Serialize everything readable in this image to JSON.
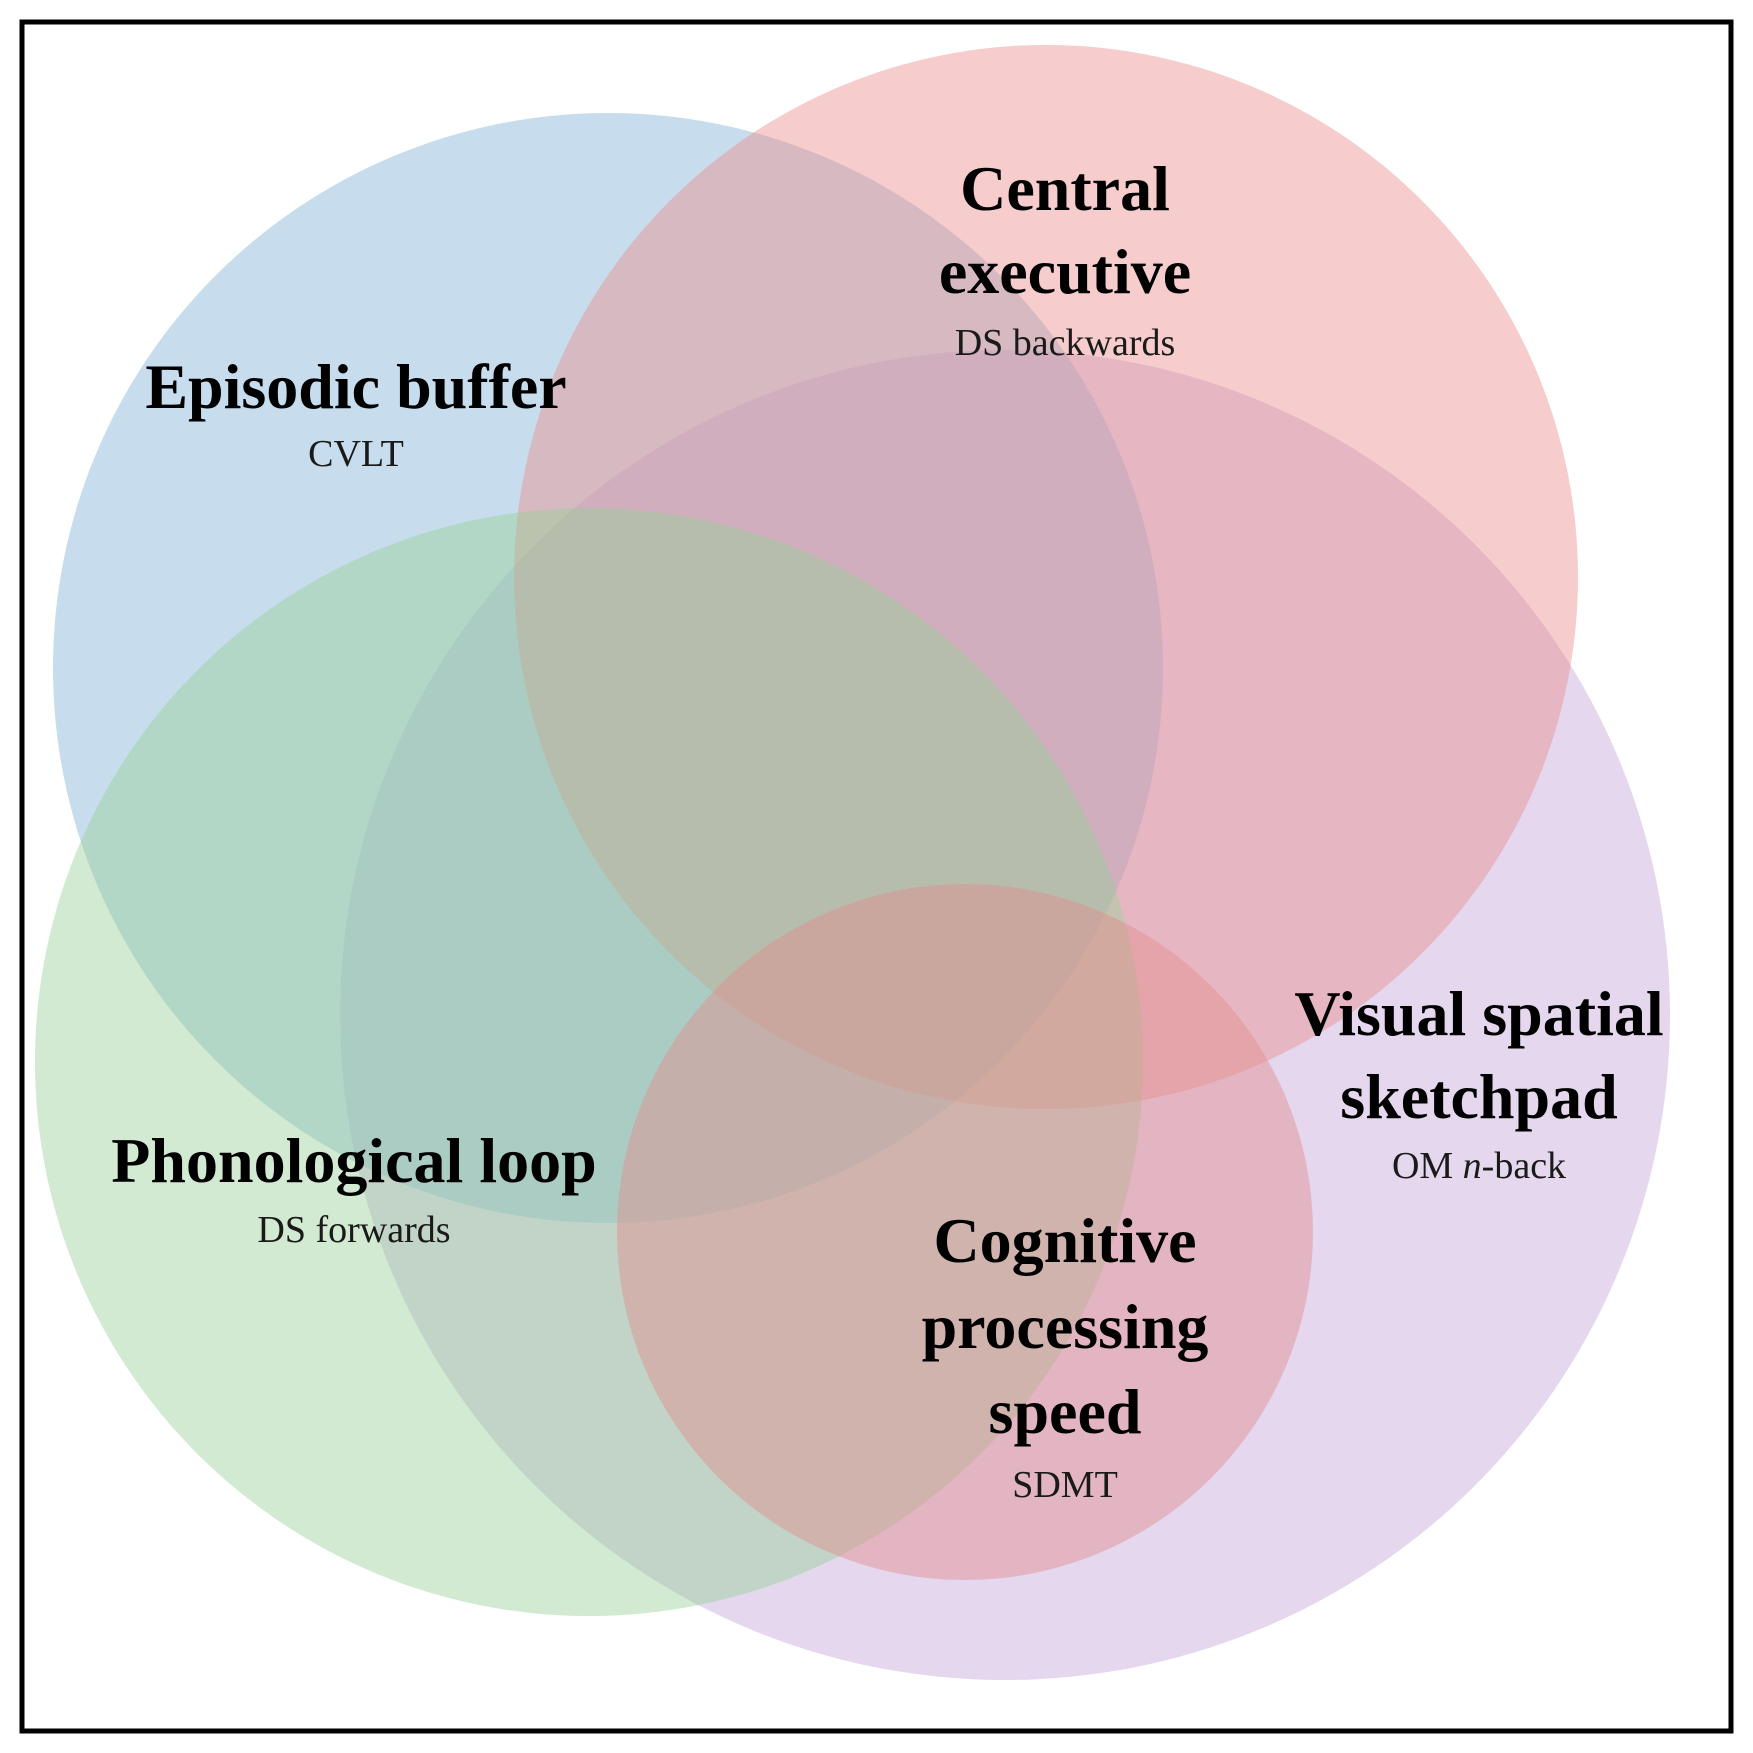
{
  "diagram": {
    "colors": {
      "frame": "#000000",
      "episodic": "#8fbcdc",
      "central": "#ec8f8f",
      "visual": "#c9afdd",
      "phonological": "#99d198",
      "cognitive": "#e38b8b"
    },
    "components": [
      {
        "id": "episodic-buffer",
        "title_lines": [
          "Episodic buffer"
        ],
        "test": "CVLT"
      },
      {
        "id": "central-executive",
        "title_lines": [
          "Central",
          "executive"
        ],
        "test": "DS backwards"
      },
      {
        "id": "visual-spatial-sketchpad",
        "title_lines": [
          "Visual spatial",
          "sketchpad"
        ],
        "test_parts": [
          "OM ",
          "n",
          "-back"
        ]
      },
      {
        "id": "phonological-loop",
        "title_lines": [
          "Phonological loop"
        ],
        "test": "DS forwards"
      },
      {
        "id": "cognitive-processing-speed",
        "title_lines": [
          "Cognitive",
          "processing",
          "speed"
        ],
        "test": "SDMT"
      }
    ]
  }
}
